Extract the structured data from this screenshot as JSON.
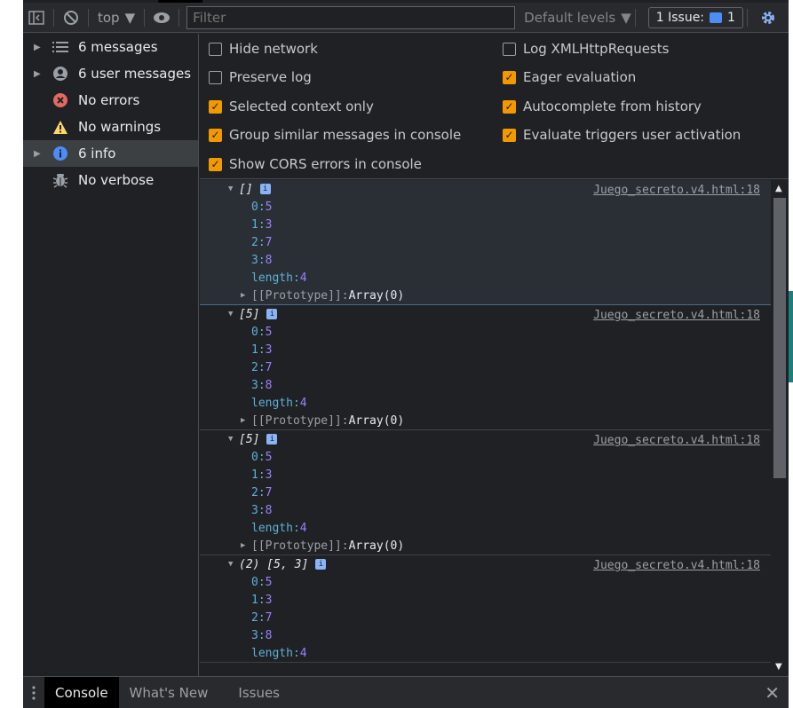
{
  "toolbar": {
    "context": "top",
    "filter_placeholder": "Filter",
    "levels": "Default levels",
    "issues_label": "1 Issue:",
    "issues_count": "1"
  },
  "sidebar": {
    "items": [
      {
        "label": "6 messages",
        "icon": "list-icon"
      },
      {
        "label": "6 user messages",
        "icon": "user-icon"
      },
      {
        "label": "No errors",
        "icon": "error-icon"
      },
      {
        "label": "No warnings",
        "icon": "warning-icon"
      },
      {
        "label": "6 info",
        "icon": "info-icon"
      },
      {
        "label": "No verbose",
        "icon": "bug-icon"
      }
    ]
  },
  "settings": {
    "left": [
      {
        "label": "Hide network",
        "checked": false
      },
      {
        "label": "Preserve log",
        "checked": false
      },
      {
        "label": "Selected context only",
        "checked": true
      },
      {
        "label": "Group similar messages in console",
        "checked": true
      },
      {
        "label": "Show CORS errors in console",
        "checked": true
      }
    ],
    "right": [
      {
        "label": "Log XMLHttpRequests",
        "checked": false
      },
      {
        "label": "Eager evaluation",
        "checked": true
      },
      {
        "label": "Autocomplete from history",
        "checked": true
      },
      {
        "label": "Evaluate triggers user activation",
        "checked": true
      }
    ]
  },
  "messages": [
    {
      "header": "[]",
      "source": "Juego_secreto.v4.html:18"
    },
    {
      "header": "[5]",
      "source": "Juego_secreto.v4.html:18"
    },
    {
      "header": "[5]",
      "source": "Juego_secreto.v4.html:18"
    },
    {
      "header": "(2) [5, 3]",
      "source": "Juego_secreto.v4.html:18"
    }
  ],
  "array": {
    "k0": "0:",
    "v0": "5",
    "k1": "1:",
    "v1": "3",
    "k2": "2:",
    "v2": "7",
    "k3": "3:",
    "v3": "8",
    "len_key": "length:",
    "len_val": "4",
    "proto_key": "[[Prototype]]:",
    "proto_val": "Array(0)"
  },
  "drawer": {
    "tabs": [
      "Console",
      "What's New",
      "Issues"
    ]
  }
}
